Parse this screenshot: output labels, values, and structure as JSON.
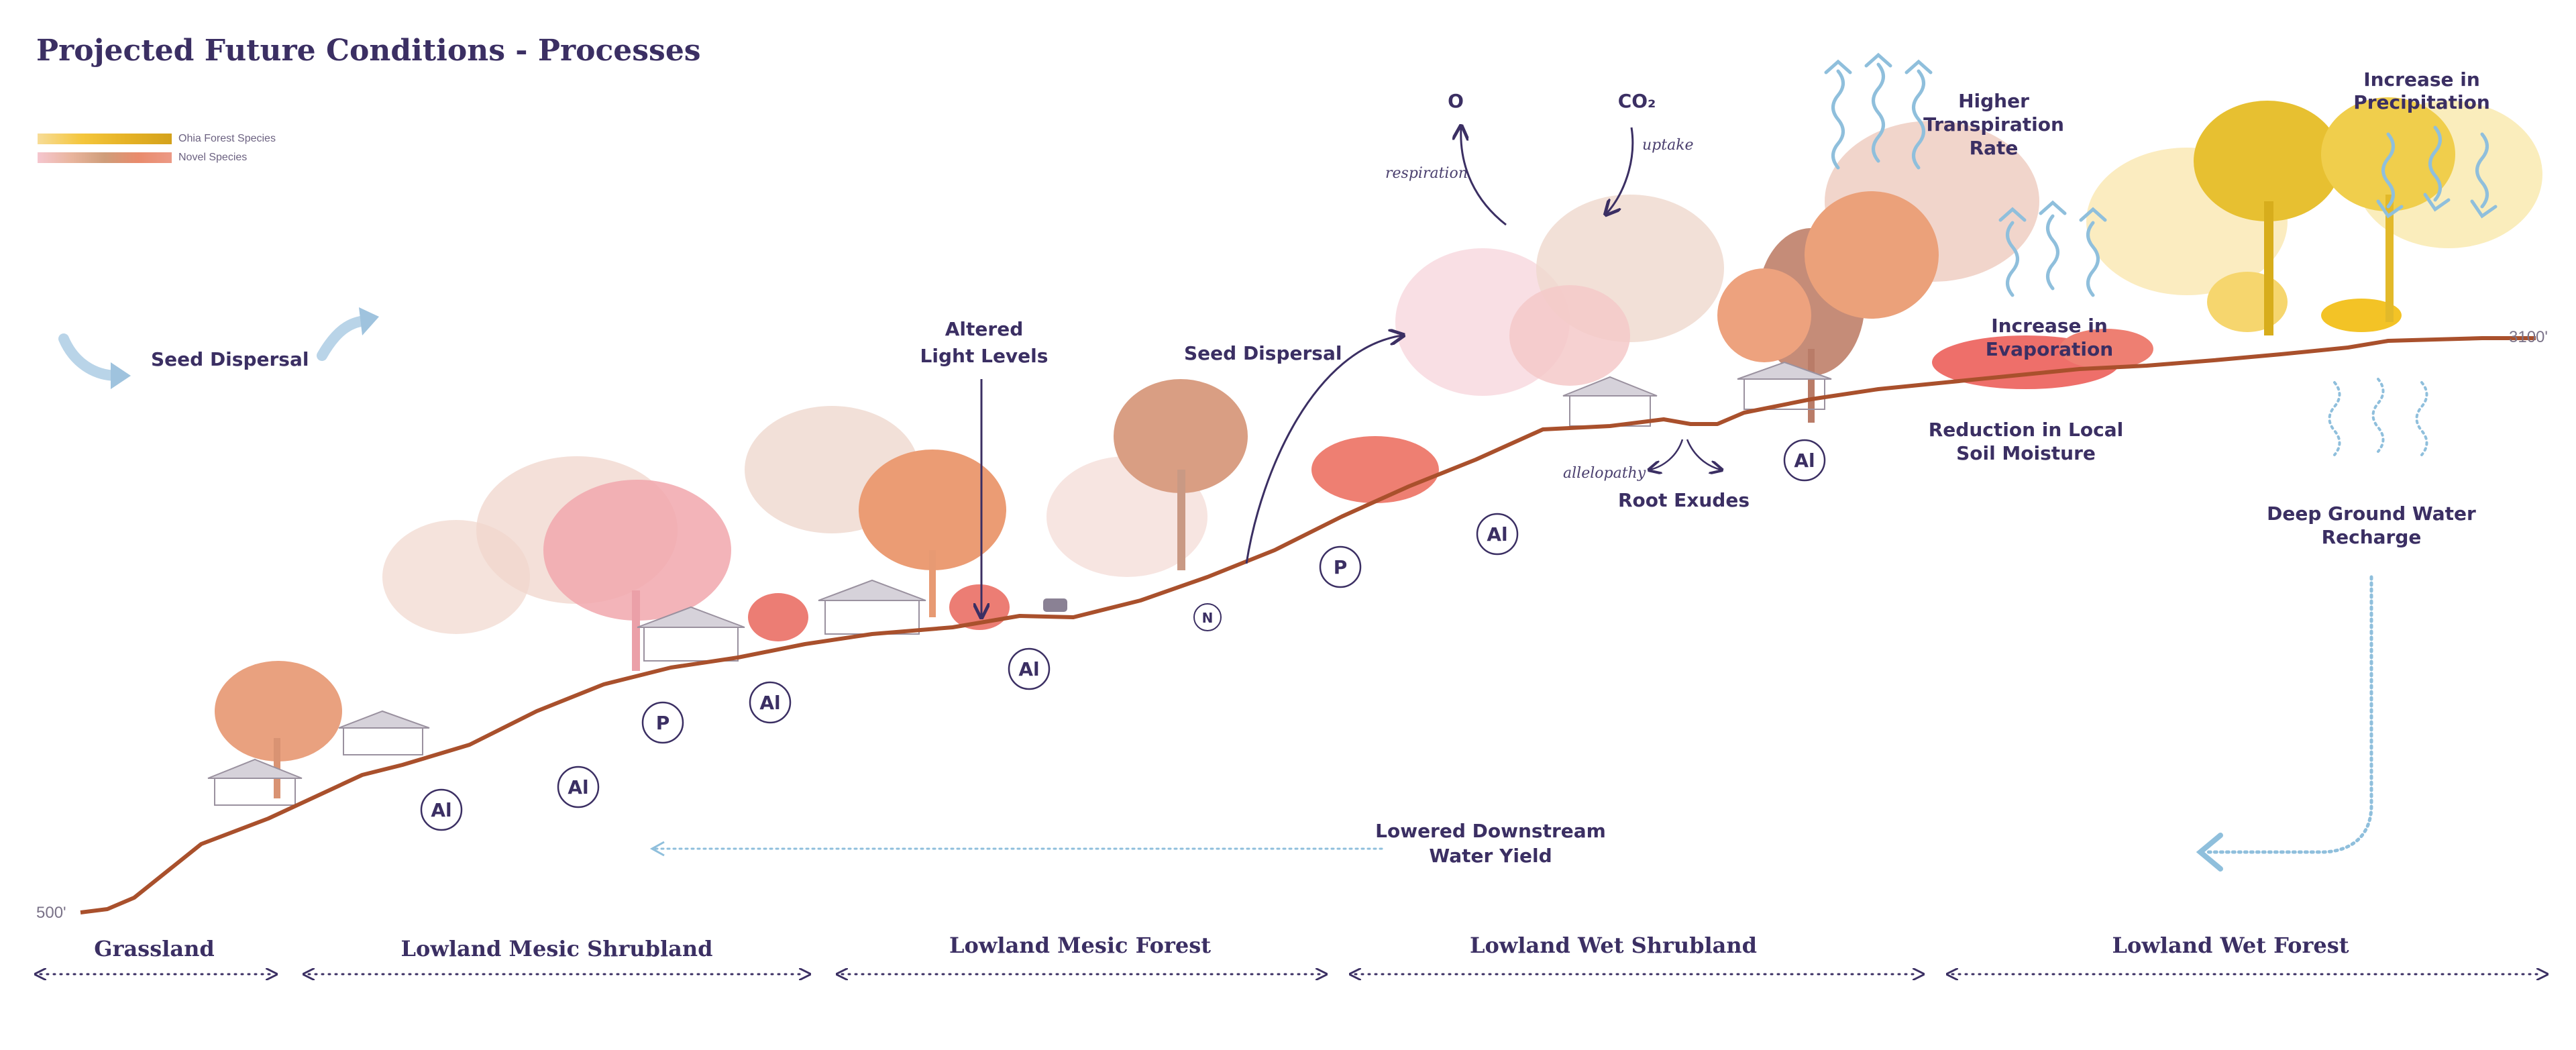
{
  "title": "Projected Future Conditions - Processes",
  "legend": [
    {
      "label": "Ohia Forest Species",
      "colors": [
        "#f7dc97",
        "#f4c63c",
        "#e5b226",
        "#d4a21c"
      ]
    },
    {
      "label": "Novel Species",
      "colors": [
        "#f5c6cf",
        "#e9b59e",
        "#cf9d7a",
        "#e98b6c",
        "#ec9a86"
      ]
    }
  ],
  "elevations": {
    "low": "500'",
    "high": "3100'"
  },
  "processes": {
    "seed_dispersal_left": "Seed Dispersal",
    "altered_light": [
      "Altered",
      "Light Levels"
    ],
    "seed_dispersal_mid": "Seed Dispersal",
    "oxygen": "O",
    "co2": "CO₂",
    "respiration": "respiration",
    "uptake": "uptake",
    "transpiration": [
      "Higher",
      "Transpiration",
      "Rate"
    ],
    "precipitation": [
      "Increase in",
      "Precipitation"
    ],
    "evaporation": [
      "Increase in",
      "Evaporation"
    ],
    "soil_moisture": [
      "Reduction in Local",
      "Soil Moisture"
    ],
    "allelopathy": "allelopathy",
    "root_exudes": "Root Exudes",
    "groundwater": [
      "Deep Ground Water",
      "Recharge"
    ],
    "water_yield": [
      "Lowered Downstream",
      "Water Yield"
    ]
  },
  "badges": [
    "Al",
    "Al",
    "P",
    "Al",
    "Al",
    "N",
    "P",
    "Al",
    "Al"
  ],
  "zones": [
    "Grassland",
    "Lowland Mesic Shrubland",
    "Lowland Mesic Forest",
    "Lowland Wet Shrubland",
    "Lowland Wet Forest"
  ],
  "colors": {
    "ink": "#3b2f63",
    "ground": "#a9502c",
    "water": "#7fb3d5"
  }
}
